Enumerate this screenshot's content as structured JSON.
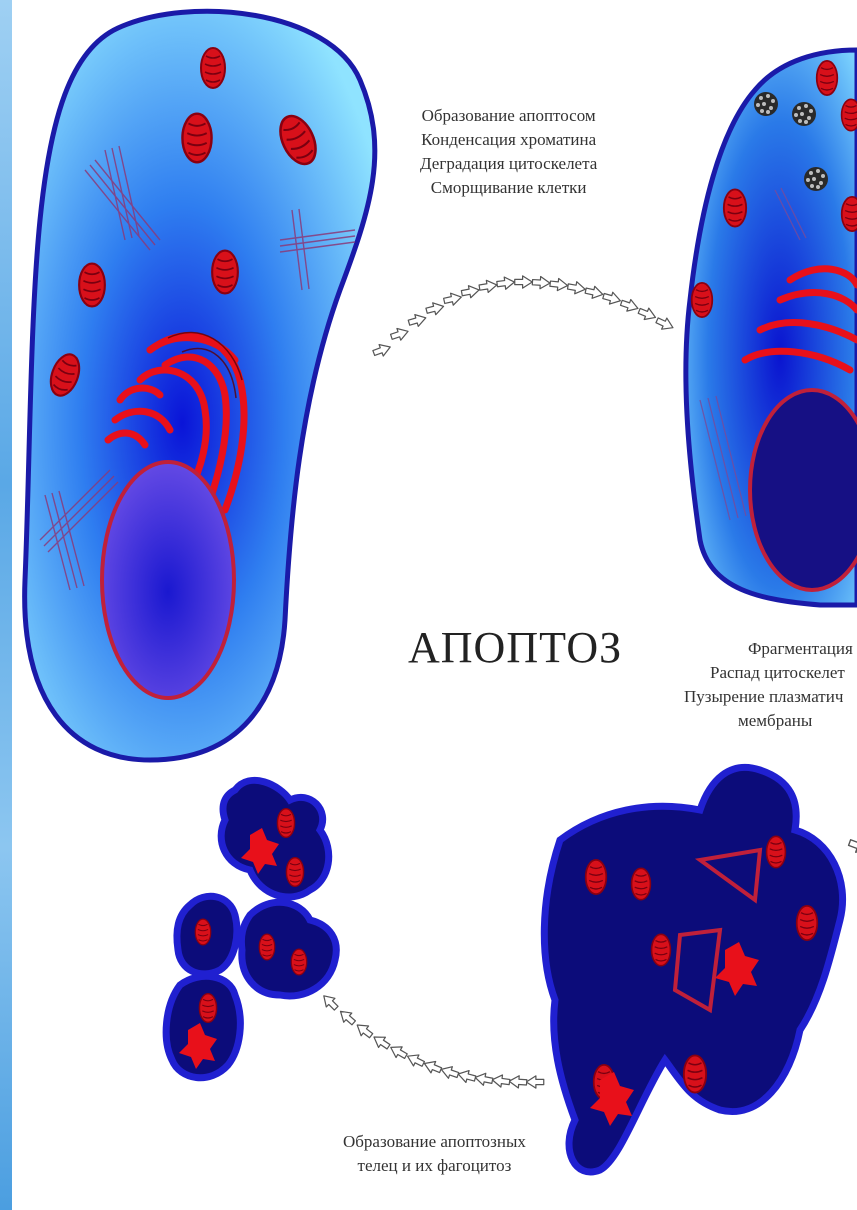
{
  "title": "АПОПТОЗ",
  "stage1_caption": {
    "lines": [
      "Образование апоптосом",
      "Конденсация хроматина",
      "Деградация цитоскелета",
      "Сморщивание клетки"
    ]
  },
  "stage2_caption": {
    "lines": [
      "Фрагментация ядр",
      "Распад цитоскелет",
      "Пузырение плазматич",
      "мембраны"
    ]
  },
  "stage3_caption": {
    "lines": [
      "Образование апоптозных",
      "телец и их фагоцитоз"
    ]
  },
  "colors": {
    "membrane": "#1a1aa8",
    "cytoplasm_light": "#7fd8ff",
    "cytoplasm_dark": "#0a1ed8",
    "organelle_red": "#e8101a",
    "nucleus": "#1510c8",
    "fragment_fill": "#0c0c7a",
    "side_strip": "#5aa8e6"
  },
  "icons": {
    "arrow": "hollow-arrow-icon"
  }
}
